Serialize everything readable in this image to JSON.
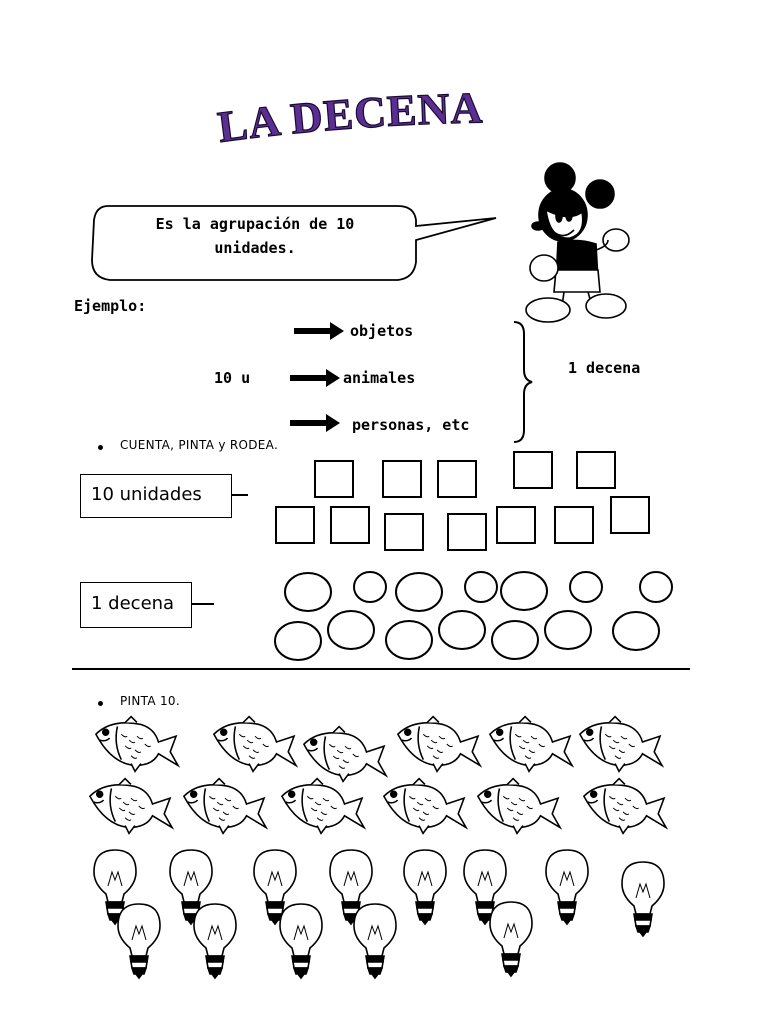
{
  "page": {
    "title": "LA DECENA",
    "title_color": "#5b2e91",
    "bubble_text": "Es la agrupación de 10 unidades.",
    "example_label": "Ejemplo:",
    "example": {
      "left_value": "10 u",
      "items": [
        "objetos",
        "animales",
        "personas, etc"
      ],
      "result": "1 decena"
    },
    "instruction_1": "CUENTA, PINTA y RODEA.",
    "label_units": "10 unidades",
    "label_ten": "1 decena",
    "instruction_2": "PINTA 10."
  }
}
